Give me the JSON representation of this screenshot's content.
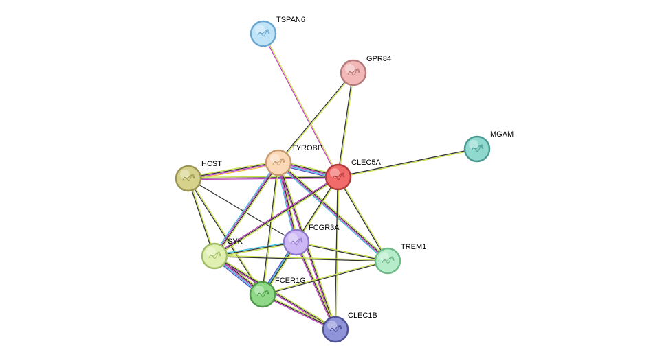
{
  "nodes": [
    {
      "id": "TSPAN6",
      "label": "TSPAN6",
      "fill": "#bfe3f7",
      "stroke": "#6aa6cf",
      "icon": "protein-structure-icon"
    },
    {
      "id": "GPR84",
      "label": "GPR84",
      "fill": "#f2b8b8",
      "stroke": "#b57a7a",
      "icon": "protein-structure-icon"
    },
    {
      "id": "MGAM",
      "label": "MGAM",
      "fill": "#8fd9cf",
      "stroke": "#4a9b92",
      "icon": "protein-structure-icon"
    },
    {
      "id": "TYROBP",
      "label": "TYROBP",
      "fill": "#fbd9b8",
      "stroke": "#c79a6e",
      "icon": "protein-structure-icon"
    },
    {
      "id": "CLEC5A",
      "label": "CLEC5A",
      "fill": "#f26b6b",
      "stroke": "#b13b3b",
      "icon": "protein-structure-icon"
    },
    {
      "id": "HCST",
      "label": "HCST",
      "fill": "#d6d28b",
      "stroke": "#9b9653",
      "icon": "protein-structure-icon"
    },
    {
      "id": "FCGR3A",
      "label": "FCGR3A",
      "fill": "#cdb8f5",
      "stroke": "#8f77c7",
      "icon": "protein-structure-icon"
    },
    {
      "id": "SYK",
      "label": "SYK",
      "fill": "#dff0b0",
      "stroke": "#a2bb6a",
      "icon": "protein-structure-icon"
    },
    {
      "id": "TREM1",
      "label": "TREM1",
      "fill": "#b6ecc9",
      "stroke": "#6fba88",
      "icon": "protein-structure-icon"
    },
    {
      "id": "FCER1G",
      "label": "FCER1G",
      "fill": "#8ed887",
      "stroke": "#4f9b4a",
      "icon": "protein-structure-icon"
    },
    {
      "id": "CLEC1B",
      "label": "CLEC1B",
      "fill": "#8f94d9",
      "stroke": "#4f5396",
      "icon": "protein-structure-icon"
    }
  ],
  "edges": [
    {
      "source": "TSPAN6",
      "target": "CLEC5A",
      "colors": [
        "#c8e04a",
        "#c040c0"
      ]
    },
    {
      "source": "GPR84",
      "target": "TYROBP",
      "colors": [
        "#c8e04a",
        "#333333"
      ]
    },
    {
      "source": "GPR84",
      "target": "CLEC5A",
      "colors": [
        "#c8e04a",
        "#333333"
      ]
    },
    {
      "source": "MGAM",
      "target": "CLEC5A",
      "colors": [
        "#c8e04a",
        "#333333"
      ]
    },
    {
      "source": "HCST",
      "target": "TYROBP",
      "colors": [
        "#c8e04a",
        "#333333",
        "#c040c0",
        "#f0c040"
      ]
    },
    {
      "source": "HCST",
      "target": "CLEC5A",
      "colors": [
        "#c8e04a",
        "#333333",
        "#c040c0"
      ]
    },
    {
      "source": "HCST",
      "target": "SYK",
      "colors": [
        "#c8e04a",
        "#333333"
      ]
    },
    {
      "source": "HCST",
      "target": "FCER1G",
      "colors": [
        "#c8e04a",
        "#333333"
      ]
    },
    {
      "source": "HCST",
      "target": "FCGR3A",
      "colors": [
        "#333333"
      ]
    },
    {
      "source": "TYROBP",
      "target": "CLEC5A",
      "colors": [
        "#c8e04a",
        "#333333",
        "#c040c0",
        "#40c0e0",
        "#5050c0"
      ]
    },
    {
      "source": "TYROBP",
      "target": "SYK",
      "colors": [
        "#c8e04a",
        "#333333",
        "#c040c0",
        "#40c0e0"
      ]
    },
    {
      "source": "TYROBP",
      "target": "FCGR3A",
      "colors": [
        "#c8e04a",
        "#333333",
        "#c040c0",
        "#40c0e0"
      ]
    },
    {
      "source": "TYROBP",
      "target": "FCER1G",
      "colors": [
        "#c8e04a",
        "#333333"
      ]
    },
    {
      "source": "TYROBP",
      "target": "TREM1",
      "colors": [
        "#c8e04a",
        "#333333",
        "#c040c0",
        "#40c0e0"
      ]
    },
    {
      "source": "TYROBP",
      "target": "CLEC1B",
      "colors": [
        "#c8e04a",
        "#333333",
        "#c040c0"
      ]
    },
    {
      "source": "CLEC5A",
      "target": "SYK",
      "colors": [
        "#c8e04a",
        "#333333",
        "#c040c0"
      ]
    },
    {
      "source": "CLEC5A",
      "target": "FCGR3A",
      "colors": [
        "#c8e04a",
        "#333333"
      ]
    },
    {
      "source": "CLEC5A",
      "target": "FCER1G",
      "colors": [
        "#c8e04a",
        "#333333"
      ]
    },
    {
      "source": "CLEC5A",
      "target": "TREM1",
      "colors": [
        "#c8e04a",
        "#333333"
      ]
    },
    {
      "source": "CLEC5A",
      "target": "CLEC1B",
      "colors": [
        "#c8e04a",
        "#333333"
      ]
    },
    {
      "source": "FCGR3A",
      "target": "SYK",
      "colors": [
        "#c8e04a",
        "#333333",
        "#40c0e0"
      ]
    },
    {
      "source": "FCGR3A",
      "target": "FCER1G",
      "colors": [
        "#c8e04a",
        "#333333",
        "#40c0e0",
        "#5050c0"
      ]
    },
    {
      "source": "FCGR3A",
      "target": "TREM1",
      "colors": [
        "#c8e04a",
        "#333333"
      ]
    },
    {
      "source": "FCGR3A",
      "target": "CLEC1B",
      "colors": [
        "#c8e04a",
        "#333333",
        "#c040c0"
      ]
    },
    {
      "source": "SYK",
      "target": "FCER1G",
      "colors": [
        "#c8e04a",
        "#333333",
        "#c040c0",
        "#40c0e0",
        "#5050c0"
      ]
    },
    {
      "source": "SYK",
      "target": "TREM1",
      "colors": [
        "#c8e04a",
        "#333333"
      ]
    },
    {
      "source": "SYK",
      "target": "CLEC1B",
      "colors": [
        "#c8e04a",
        "#333333",
        "#c040c0"
      ]
    },
    {
      "source": "FCER1G",
      "target": "TREM1",
      "colors": [
        "#c8e04a",
        "#333333"
      ]
    },
    {
      "source": "FCER1G",
      "target": "CLEC1B",
      "colors": [
        "#c8e04a",
        "#333333",
        "#c040c0"
      ]
    }
  ]
}
